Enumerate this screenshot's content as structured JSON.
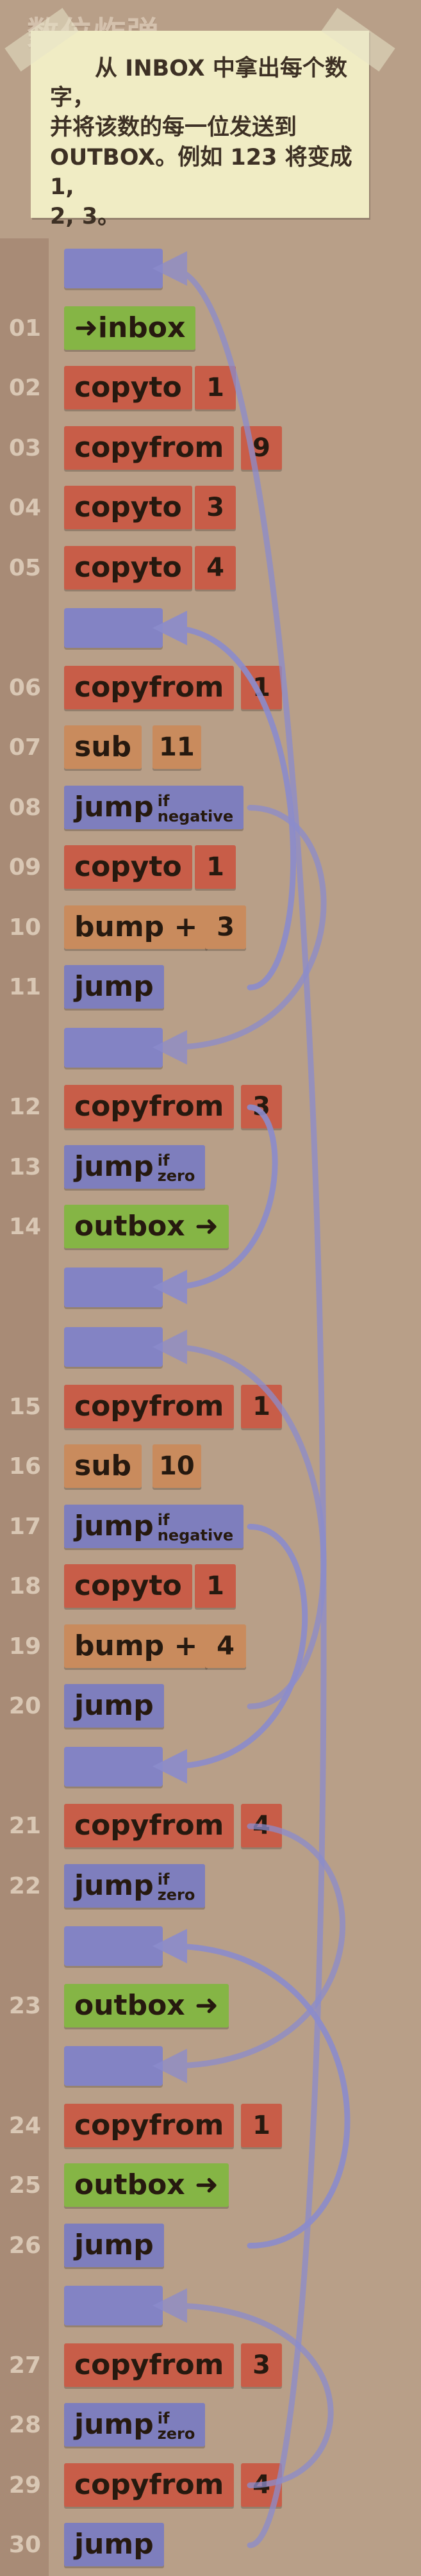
{
  "header": {
    "title": "数位炸弹"
  },
  "note": {
    "text": "从 INBOX 中拿出每个数字，\n并将该数的每一位发送到\nOUTBOX。例如 123 将变成 1,\n2, 3。"
  },
  "colors": {
    "background": "#b89f88",
    "gutter": "#a88b76",
    "note": "#f0ecc4",
    "red": "#c85d48",
    "orange": "#c98b5d",
    "green": "#85b545",
    "blue": "#7e7ebd",
    "arrow": "#8b8ccc"
  },
  "program": [
    {
      "kind": "label"
    },
    {
      "line": "01",
      "cmd": "inbox",
      "prefix": "➜",
      "color": "green"
    },
    {
      "line": "02",
      "cmd": "copyto",
      "arg": "1",
      "color": "red"
    },
    {
      "line": "03",
      "cmd": "copyfrom",
      "arg": "9",
      "color": "red"
    },
    {
      "line": "04",
      "cmd": "copyto",
      "arg": "3",
      "color": "red"
    },
    {
      "line": "05",
      "cmd": "copyto",
      "arg": "4",
      "color": "red"
    },
    {
      "kind": "label"
    },
    {
      "line": "06",
      "cmd": "copyfrom",
      "arg": "1",
      "color": "red"
    },
    {
      "line": "07",
      "cmd": "sub",
      "arg": "11",
      "color": "orange"
    },
    {
      "line": "08",
      "cmd": "jump",
      "sup1": "if",
      "sup2": "negative",
      "color": "blue"
    },
    {
      "line": "09",
      "cmd": "copyto",
      "arg": "1",
      "color": "red"
    },
    {
      "line": "10",
      "cmd": "bump +",
      "arg": "3",
      "color": "orange"
    },
    {
      "line": "11",
      "cmd": "jump",
      "color": "blue"
    },
    {
      "kind": "label"
    },
    {
      "line": "12",
      "cmd": "copyfrom",
      "arg": "3",
      "color": "red"
    },
    {
      "line": "13",
      "cmd": "jump",
      "sup1": "if",
      "sup2": "zero",
      "color": "blue"
    },
    {
      "line": "14",
      "cmd": "outbox",
      "suffix": "➜",
      "color": "green"
    },
    {
      "kind": "label"
    },
    {
      "kind": "label"
    },
    {
      "line": "15",
      "cmd": "copyfrom",
      "arg": "1",
      "color": "red"
    },
    {
      "line": "16",
      "cmd": "sub",
      "arg": "10",
      "color": "orange"
    },
    {
      "line": "17",
      "cmd": "jump",
      "sup1": "if",
      "sup2": "negative",
      "color": "blue"
    },
    {
      "line": "18",
      "cmd": "copyto",
      "arg": "1",
      "color": "red"
    },
    {
      "line": "19",
      "cmd": "bump +",
      "arg": "4",
      "color": "orange"
    },
    {
      "line": "20",
      "cmd": "jump",
      "color": "blue"
    },
    {
      "kind": "label"
    },
    {
      "line": "21",
      "cmd": "copyfrom",
      "arg": "4",
      "color": "red"
    },
    {
      "line": "22",
      "cmd": "jump",
      "sup1": "if",
      "sup2": "zero",
      "color": "blue"
    },
    {
      "kind": "label"
    },
    {
      "line": "23",
      "cmd": "outbox",
      "suffix": "➜",
      "color": "green"
    },
    {
      "kind": "label"
    },
    {
      "line": "24",
      "cmd": "copyfrom",
      "arg": "1",
      "color": "red"
    },
    {
      "line": "25",
      "cmd": "outbox",
      "suffix": "➜",
      "color": "green"
    },
    {
      "line": "26",
      "cmd": "jump",
      "color": "blue"
    },
    {
      "kind": "label"
    },
    {
      "line": "27",
      "cmd": "copyfrom",
      "arg": "3",
      "color": "red"
    },
    {
      "line": "28",
      "cmd": "jump",
      "sup1": "if",
      "sup2": "zero",
      "color": "blue"
    },
    {
      "line": "29",
      "cmd": "copyfrom",
      "arg": "4",
      "color": "red"
    },
    {
      "line": "30",
      "cmd": "jump",
      "color": "blue"
    }
  ]
}
